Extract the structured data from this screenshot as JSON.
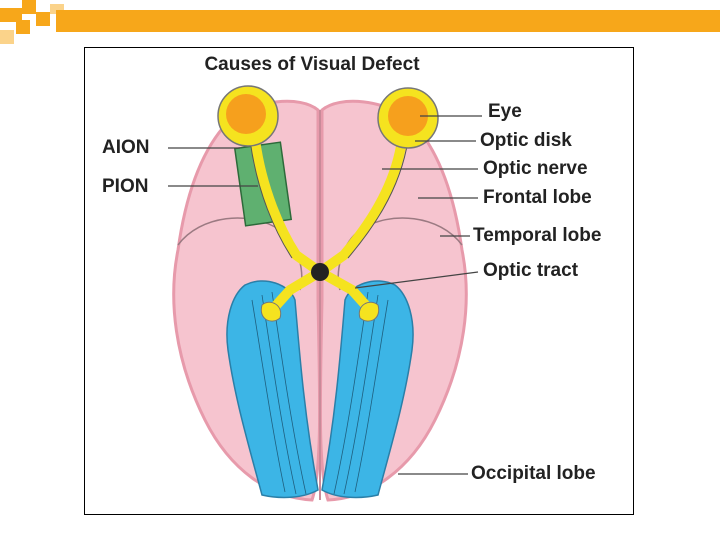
{
  "title": "Causes of Visual Defect",
  "labels": {
    "aion": "AION",
    "pion": "PION",
    "eye": "Eye",
    "optic_disk": "Optic disk",
    "optic_nerve": "Optic nerve",
    "frontal_lobe": "Frontal lobe",
    "temporal_lobe": "Temporal lobe",
    "optic_tract": "Optic tract",
    "occipital_lobe": "Occipital lobe"
  },
  "colors": {
    "accent_orange": "#f7a71a",
    "brain_pink": "#f6c4cf",
    "brain_edge": "#e79aab",
    "occipital_blue": "#3cb5e6",
    "nerve_yellow": "#f5e31f",
    "eye_orange": "#f6a01d",
    "ischemic_green": "#5fb070"
  }
}
